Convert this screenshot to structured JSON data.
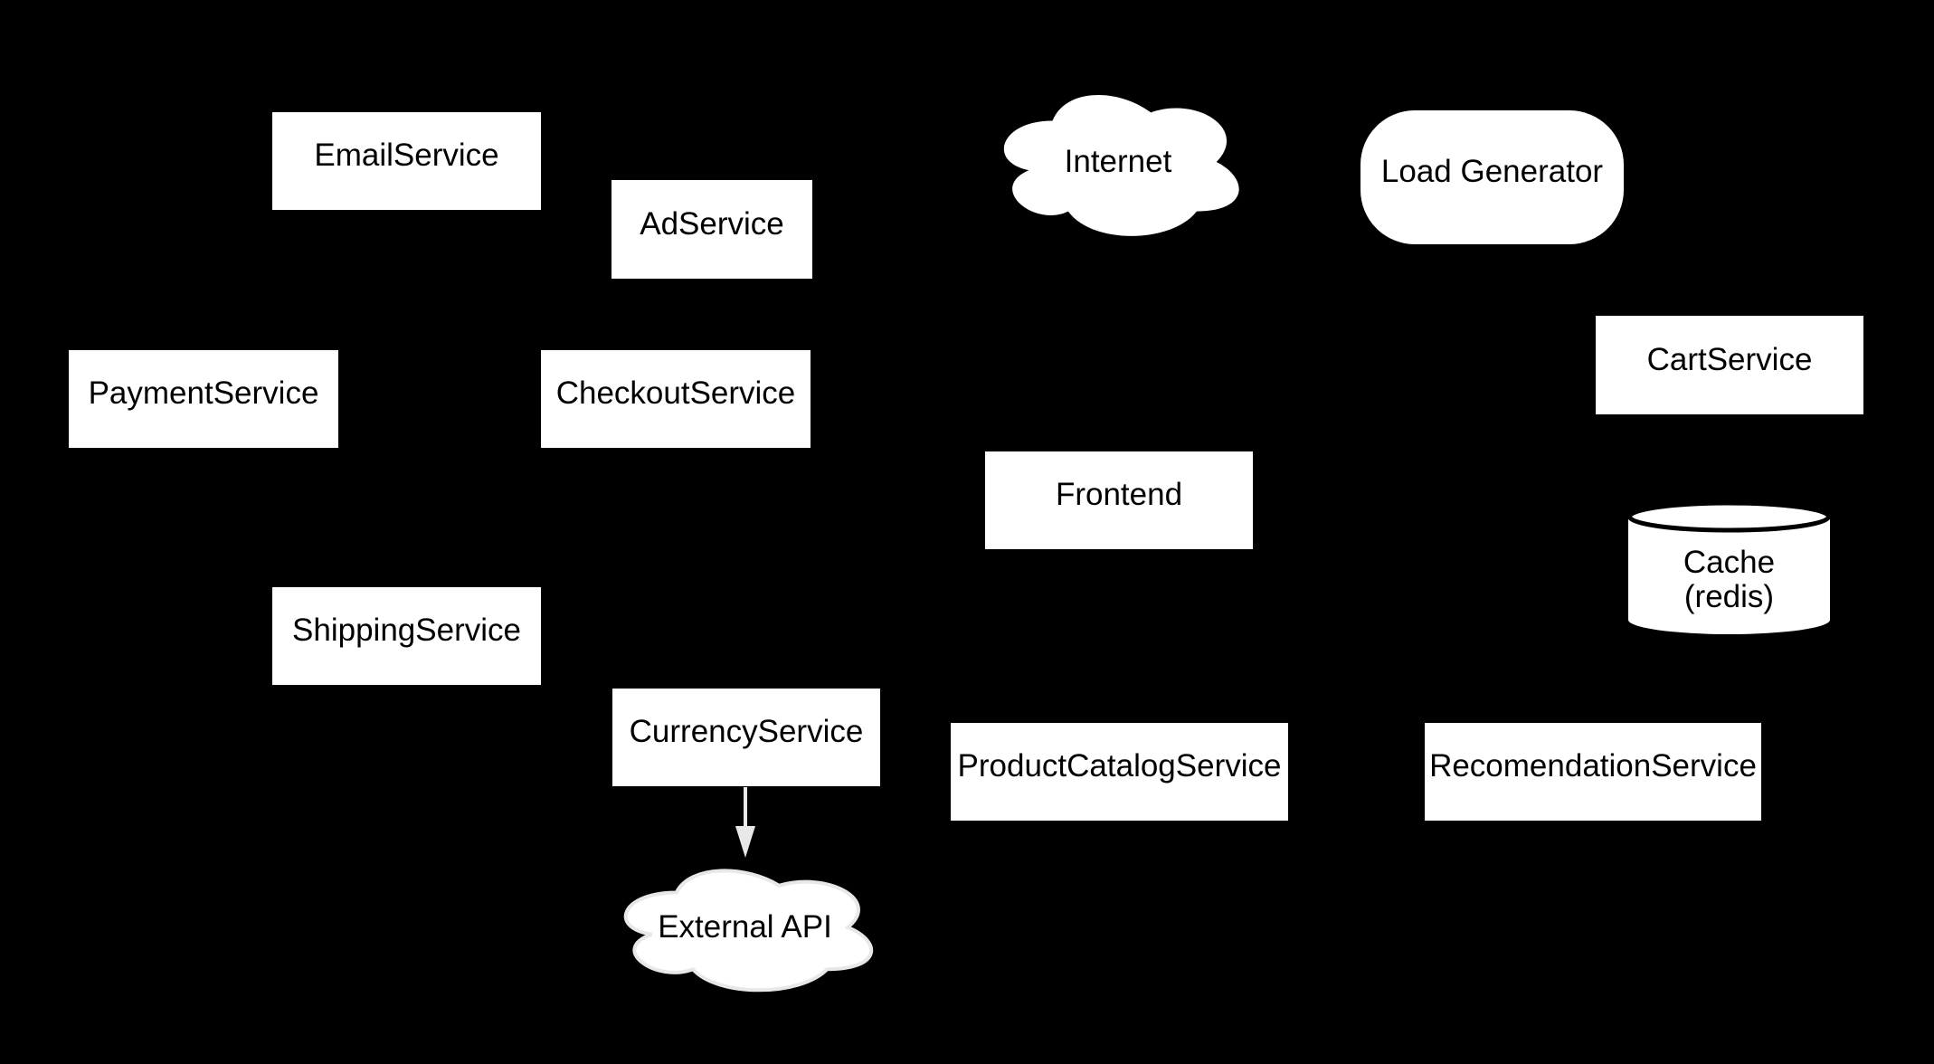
{
  "diagram": {
    "background_color": "#000000",
    "node_fill_color": "#ffffff",
    "node_text_color": "#000000",
    "edge_color": "#e8e8e8",
    "nodes": [
      {
        "id": "email-service",
        "shape": "rectangle",
        "label": "EmailService"
      },
      {
        "id": "ad-service",
        "shape": "rectangle",
        "label": "AdService"
      },
      {
        "id": "internet",
        "shape": "cloud",
        "label": "Internet"
      },
      {
        "id": "load-generator",
        "shape": "rounded",
        "label": "Load Generator"
      },
      {
        "id": "payment-service",
        "shape": "rectangle",
        "label": "PaymentService"
      },
      {
        "id": "checkout-service",
        "shape": "rectangle",
        "label": "CheckoutService"
      },
      {
        "id": "cart-service",
        "shape": "rectangle",
        "label": "CartService"
      },
      {
        "id": "frontend",
        "shape": "rectangle",
        "label": "Frontend"
      },
      {
        "id": "cache-redis",
        "shape": "cylinder",
        "label": "Cache (redis)",
        "label_lines": [
          "Cache",
          "(redis)"
        ]
      },
      {
        "id": "shipping-service",
        "shape": "rectangle",
        "label": "ShippingService"
      },
      {
        "id": "currency-service",
        "shape": "rectangle",
        "label": "CurrencyService"
      },
      {
        "id": "product-catalog-service",
        "shape": "rectangle",
        "label": "ProductCatalogService"
      },
      {
        "id": "recomendation-service",
        "shape": "rectangle",
        "label": "RecomendationService"
      },
      {
        "id": "external-api",
        "shape": "cloud",
        "label": "External API"
      }
    ],
    "edges": [
      {
        "from": "CurrencyService",
        "to": "External API",
        "direction": "down",
        "style": "gray-arrow"
      }
    ]
  }
}
